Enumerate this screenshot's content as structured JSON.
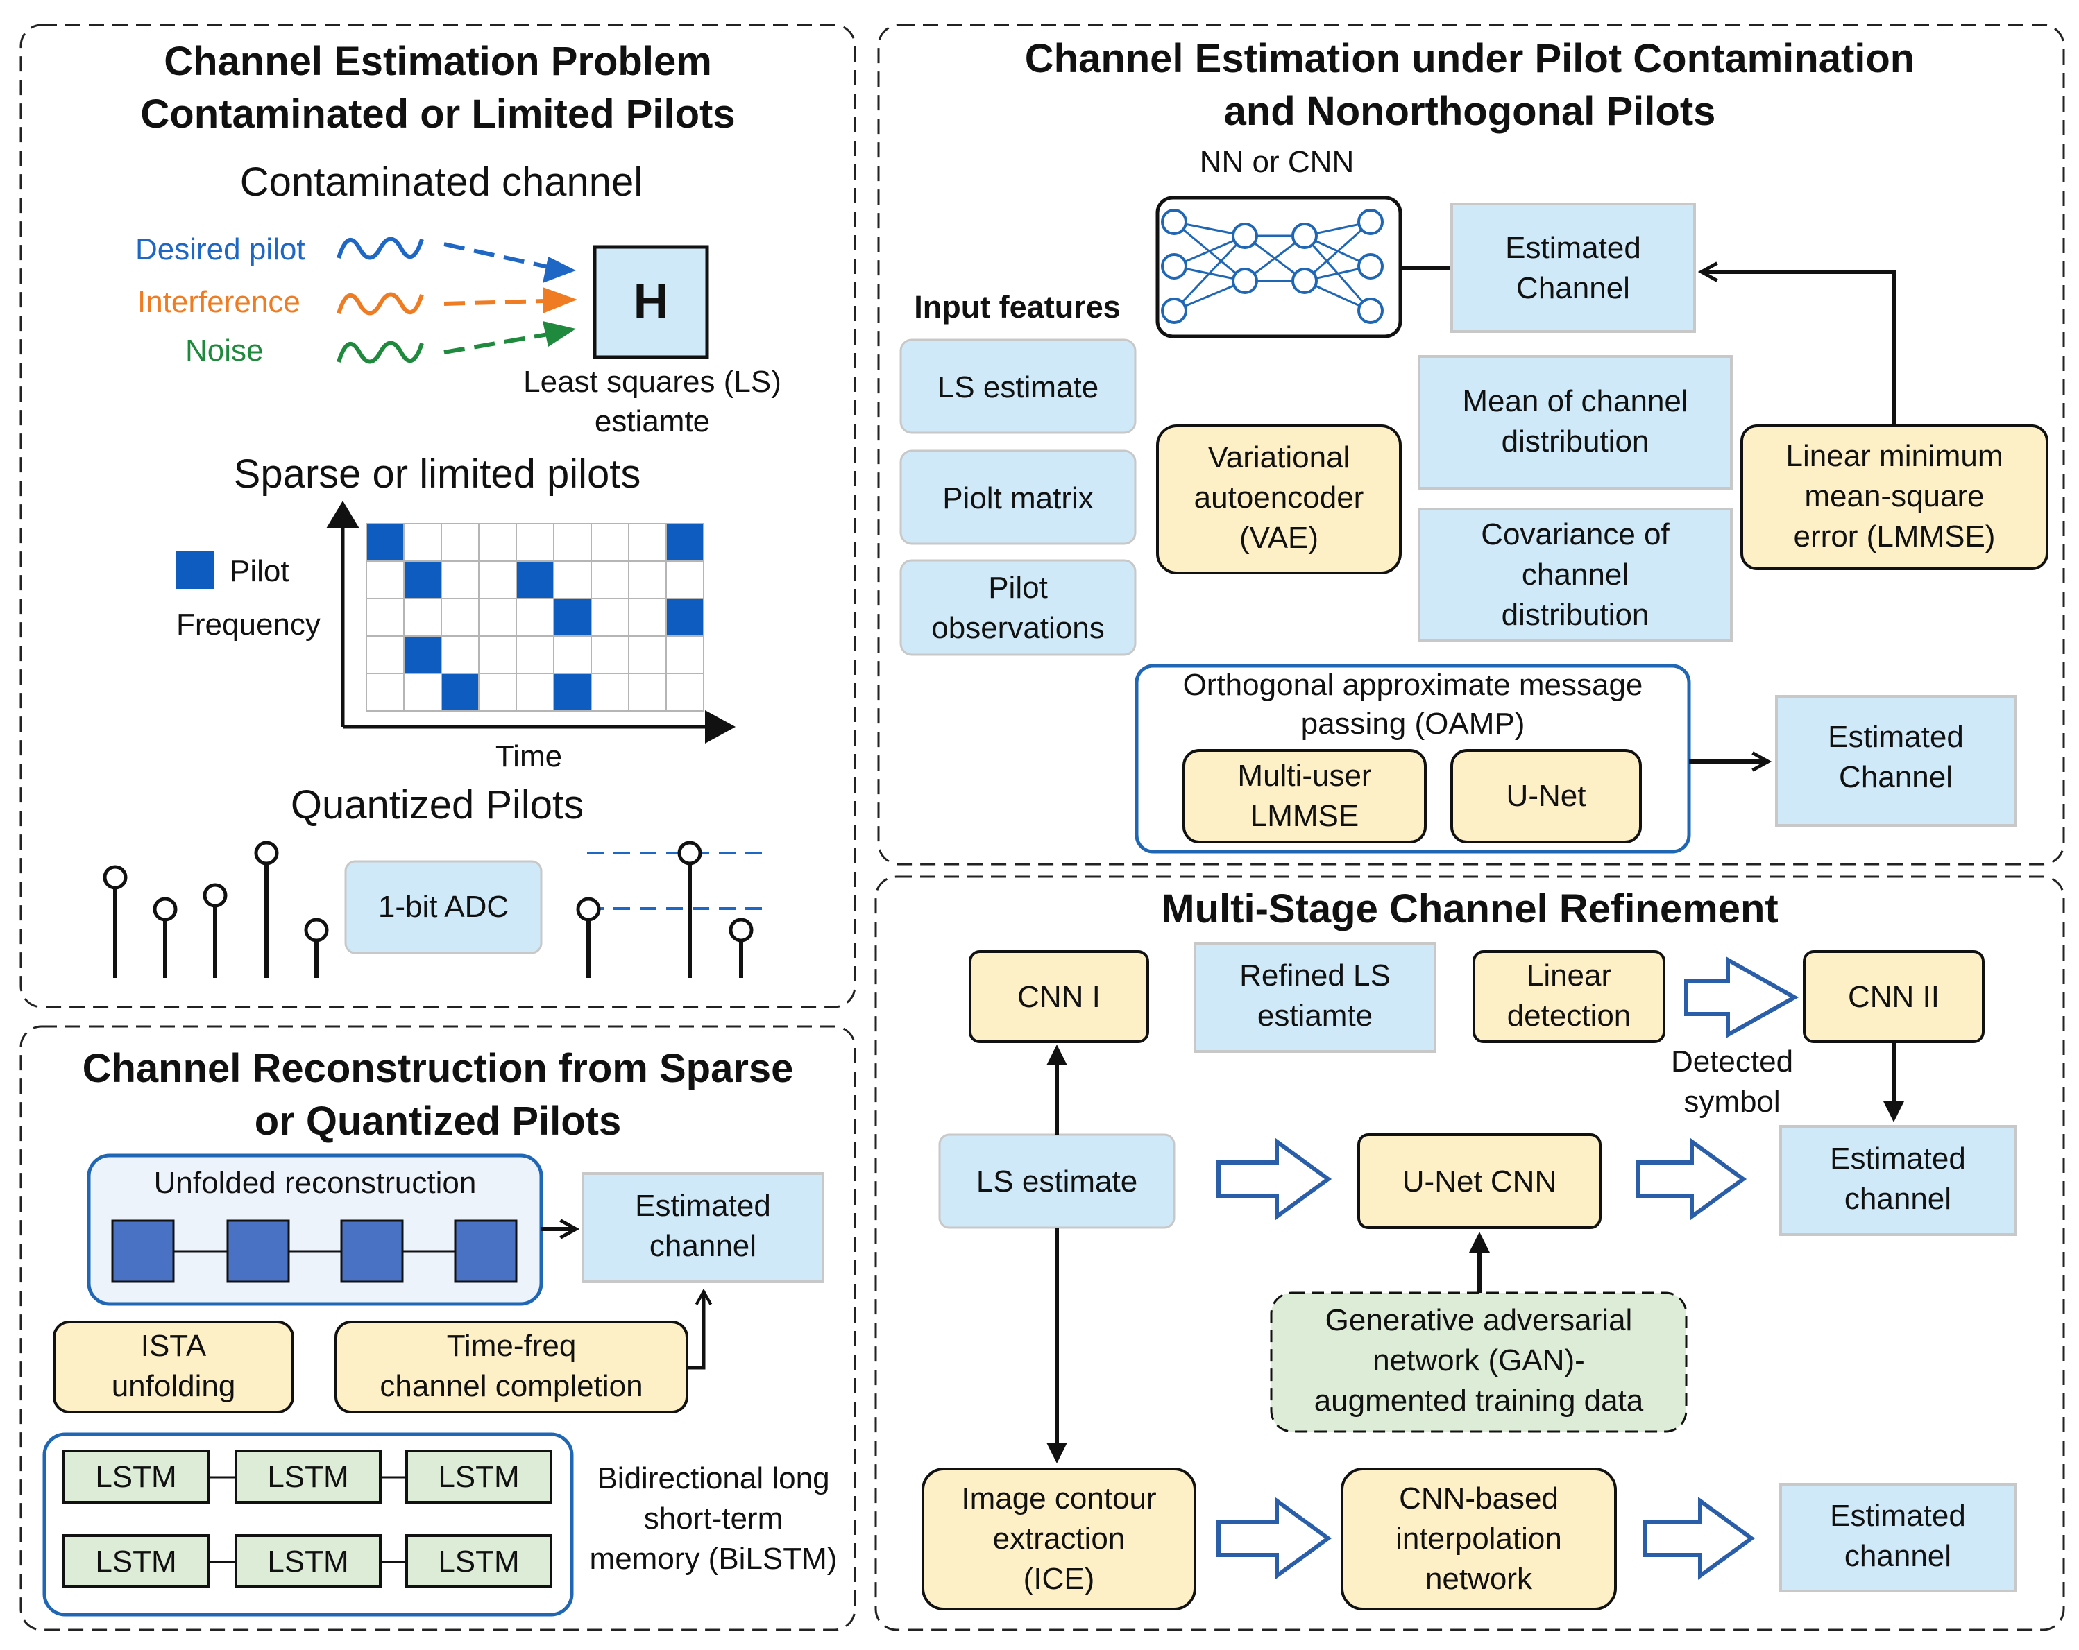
{
  "colors": {
    "blue_box": "#cfe9f8",
    "yellow_box": "#fdefc6",
    "green_box": "#dcecd7",
    "pilot_blue": "#0f5cc0",
    "unfold_block": "#4a72c4",
    "outline_blue": "#1f67b5",
    "orange": "#ef7c22",
    "green": "#1f8a3d",
    "desired_blue": "#1f67c4"
  },
  "panel1": {
    "title_line1": "Channel Estimation Problem",
    "title_line2": "Contaminated or Limited Pilots",
    "contaminated_heading": "Contaminated channel",
    "desired_pilot": "Desired pilot",
    "interference": "Interference",
    "noise": "Noise",
    "h_symbol": "H",
    "ls_line1": "Least squares (LS)",
    "ls_line2": "estiamte",
    "sparse_heading": "Sparse or limited pilots",
    "pilot_legend": "Pilot",
    "frequency_label": "Frequency",
    "time_label": "Time",
    "quantized_heading": "Quantized Pilots",
    "adc_label": "1-bit ADC"
  },
  "panel2": {
    "title_line1": "Channel Estimation under Pilot Contamination",
    "title_line2": "and Nonorthogonal Pilots",
    "nn_label": "NN or CNN",
    "input_features": "Input features",
    "ls_estimate": "LS estimate",
    "piolt_matrix": "Piolt matrix",
    "pilot_obs_1": "Pilot",
    "pilot_obs_2": "observations",
    "vae_1": "Variational",
    "vae_2": "autoencoder",
    "vae_3": "(VAE)",
    "est_channel_top_1": "Estimated",
    "est_channel_top_2": "Channel",
    "mean_1": "Mean of channel",
    "mean_2": "distribution",
    "cov_1": "Covariance of",
    "cov_2": "channel",
    "cov_3": "distribution",
    "lmmse_1": "Linear minimum",
    "lmmse_2": "mean-square",
    "lmmse_3": "error (LMMSE)",
    "oamp_1": "Orthogonal approximate message",
    "oamp_2": "passing (OAMP)",
    "mu_lmmse_1": "Multi-user",
    "mu_lmmse_2": "LMMSE",
    "unet": "U-Net",
    "est_channel_bot_1": "Estimated",
    "est_channel_bot_2": "Channel"
  },
  "panel3": {
    "title_line1": "Channel Reconstruction from Sparse",
    "title_line2": "or Quantized Pilots",
    "unfolded_label": "Unfolded reconstruction",
    "est_channel_1": "Estimated",
    "est_channel_2": "channel",
    "ista_1": "ISTA",
    "ista_2": "unfolding",
    "tf_1": "Time-freq",
    "tf_2": "channel completion",
    "lstm": "LSTM",
    "bilstm_1": "Bidirectional long",
    "bilstm_2": "short-term",
    "bilstm_3": "memory (BiLSTM)"
  },
  "panel4": {
    "title": "Multi-Stage Channel Refinement",
    "cnn1": "CNN I",
    "refined_1": "Refined LS",
    "refined_2": "estiamte",
    "linear_1": "Linear",
    "linear_2": "detection",
    "cnn2": "CNN II",
    "detected_1": "Detected",
    "detected_2": "symbol",
    "ls_estimate": "LS estimate",
    "unet_cnn": "U-Net CNN",
    "est_a_1": "Estimated",
    "est_a_2": "channel",
    "gan_1": "Generative adversarial",
    "gan_2": "network (GAN)-",
    "gan_3": "augmented training data",
    "ice_1": "Image contour",
    "ice_2": "extraction",
    "ice_3": "(ICE)",
    "cnnb_1": "CNN-based",
    "cnnb_2": "interpolation",
    "cnnb_3": "network",
    "est_b_1": "Estimated",
    "est_b_2": "channel"
  }
}
